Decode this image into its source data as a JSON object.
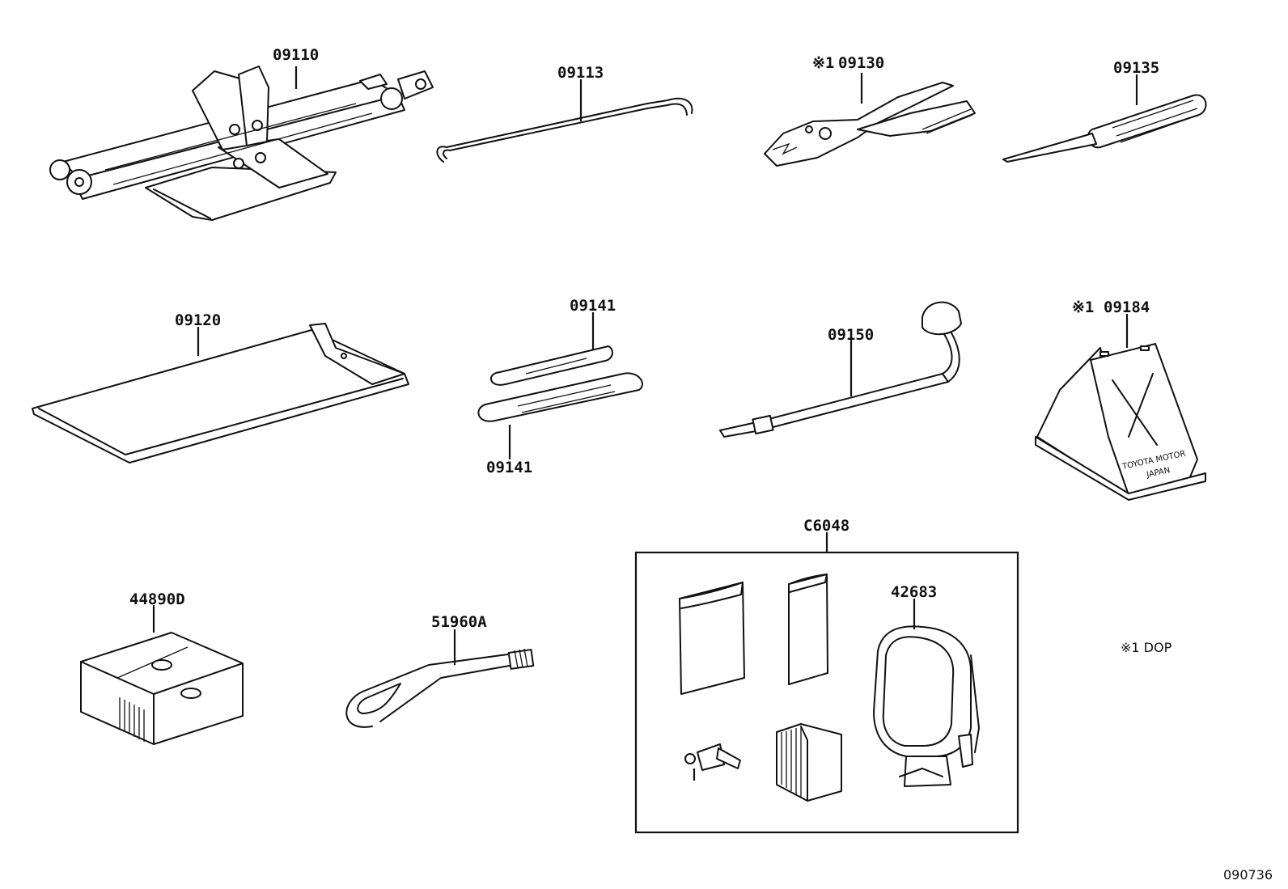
{
  "labels": {
    "p09110": "09110",
    "p09113": "09113",
    "p09130_mark": "※1",
    "p09130": "09130",
    "p09135": "09135",
    "p09120": "09120",
    "p09141_top": "09141",
    "p09141_bottom": "09141",
    "p09150": "09150",
    "p09184_mark": "※1",
    "p09184": "09184",
    "pC6048": "C6048",
    "p42683": "42683",
    "p44890D": "44890D",
    "p51960A": "51960A"
  },
  "chock_text": {
    "line1": "TOYOTA MOTOR",
    "line2": "JAPAN"
  },
  "legend": "※1 DOP",
  "diagram_code": "090736"
}
